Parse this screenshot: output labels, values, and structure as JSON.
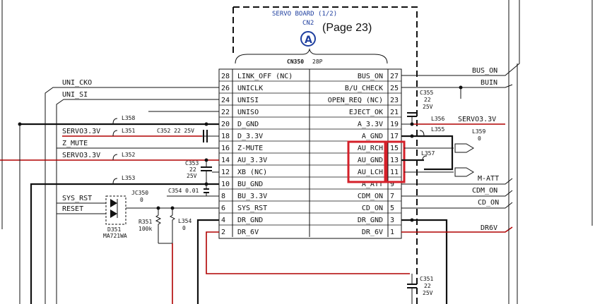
{
  "board": {
    "title": "SERVO BOARD (1/2)",
    "cn_label": "CN2",
    "circle_letter": "A",
    "page_ref": "(Page 23)",
    "connector": "CN350",
    "connector_pins": "28P"
  },
  "pins_left": [
    {
      "num": "28",
      "name": "LINK_OFF (NC)"
    },
    {
      "num": "26",
      "name": "UNICLK"
    },
    {
      "num": "24",
      "name": "UNISI"
    },
    {
      "num": "22",
      "name": "UNISO"
    },
    {
      "num": "20",
      "name": "D_GND"
    },
    {
      "num": "18",
      "name": "D_3.3V"
    },
    {
      "num": "16",
      "name": "Z-MUTE"
    },
    {
      "num": "14",
      "name": "AU_3.3V"
    },
    {
      "num": "12",
      "name": "XB (NC)"
    },
    {
      "num": "10",
      "name": "BU_GND"
    },
    {
      "num": "8",
      "name": "BU_3.3V"
    },
    {
      "num": "6",
      "name": "SYS_RST"
    },
    {
      "num": "4",
      "name": "DR_GND"
    },
    {
      "num": "2",
      "name": "DR_6V"
    }
  ],
  "pins_right": [
    {
      "num": "27",
      "name": "BUS_ON"
    },
    {
      "num": "25",
      "name": "B/U_CHECK"
    },
    {
      "num": "23",
      "name": "OPEN_REQ (NC)"
    },
    {
      "num": "21",
      "name": "EJECT_OK"
    },
    {
      "num": "19",
      "name": "A_3.3V"
    },
    {
      "num": "17",
      "name": "A_GND"
    },
    {
      "num": "15",
      "name": "AU_RCH"
    },
    {
      "num": "13",
      "name": "AU_GND"
    },
    {
      "num": "11",
      "name": "AU_LCH"
    },
    {
      "num": "9",
      "name": "A_ATT"
    },
    {
      "num": "7",
      "name": "CDM_ON"
    },
    {
      "num": "5",
      "name": "CD_ON"
    },
    {
      "num": "3",
      "name": "DR_GND"
    },
    {
      "num": "1",
      "name": "DR_6V"
    }
  ],
  "left_nets": {
    "uni_cko": "UNI_CKO",
    "uni_si": "UNI_SI",
    "servo1": "SERVO3.3V",
    "z_mute": "Z_MUTE",
    "servo2": "SERVO3.3V",
    "sys_rst": "SYS_RST",
    "reset": "RESET"
  },
  "right_nets": {
    "bus_on": "BUS_ON",
    "buin": "BUIN",
    "servo": "SERVO3.3V",
    "m_att": "M-ATT",
    "cdm_on": "CDM_ON",
    "cd_on": "CD_ON",
    "dr6v": "DR6V"
  },
  "parts": {
    "l358": "L358",
    "l351": "L351",
    "c352": "C352 22 25V",
    "l352": "L352",
    "c353": "C353",
    "c353_val": "22",
    "c353_v": "25V",
    "l353": "L353",
    "c354": "C354 0.01",
    "jc350": "JC350",
    "jc350_val": "0",
    "d351": "D351",
    "d351_type": "MA721WA",
    "r351": "R351",
    "r351_val": "100k",
    "l354": "L354",
    "l354_val": "0",
    "c355": "C355",
    "c355_val": "22",
    "c355_v": "25V",
    "l356": "L356",
    "l355": "L355",
    "l359": "L359",
    "l359_val": "0",
    "l357": "L357",
    "c351": "C351",
    "c351_val": "22",
    "c351_v": "25V"
  },
  "colors": {
    "wire": "#111111",
    "power_wire": "#b00000",
    "highlight": "#d4202a",
    "board_title": "#1f3f9f"
  },
  "highlighted_pins": [
    "AU_RCH",
    "AU_GND",
    "AU_LCH"
  ]
}
